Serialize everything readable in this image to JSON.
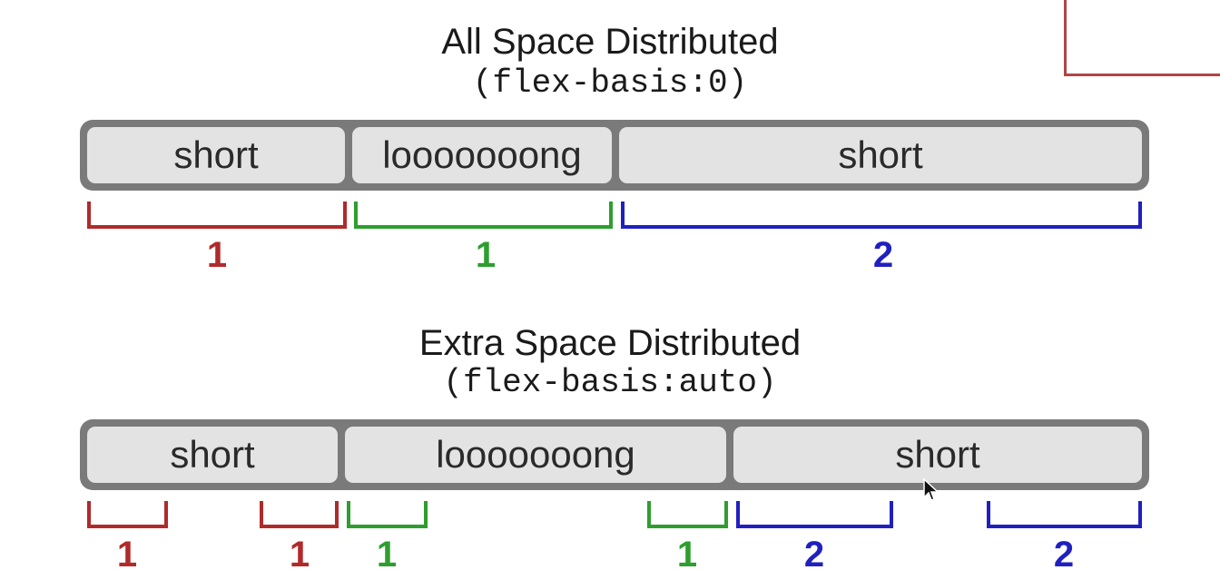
{
  "panels": [
    {
      "title": "All Space Distributed",
      "subtitle": "(flex-basis:0)",
      "items": [
        "short",
        "looooooong",
        "short"
      ],
      "grow_labels": [
        "1",
        "1",
        "2"
      ]
    },
    {
      "title": "Extra Space Distributed",
      "subtitle": "(flex-basis:auto)",
      "items": [
        "short",
        "looooooong",
        "short"
      ],
      "grow_labels": [
        "1",
        "1",
        "1",
        "1",
        "2",
        "2"
      ]
    }
  ],
  "colors": {
    "item_1": "#b02a2a",
    "item_2": "#2e9e2e",
    "item_3": "#2020c0",
    "bar_border": "#7a7a7a",
    "item_fill": "#e3e3e3"
  }
}
